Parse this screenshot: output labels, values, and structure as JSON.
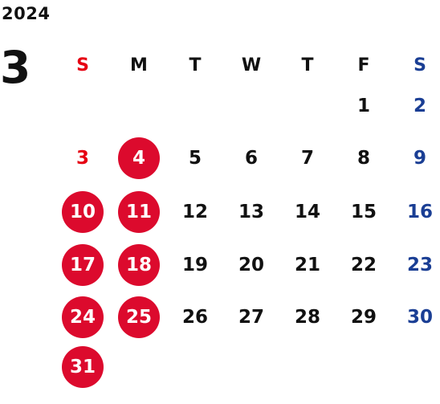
{
  "year": "2024",
  "month": "3",
  "weekdays": [
    "S",
    "M",
    "T",
    "W",
    "T",
    "F",
    "S"
  ],
  "weeks": [
    [
      null,
      null,
      null,
      null,
      null,
      "1",
      "2"
    ],
    [
      "3",
      "4",
      "5",
      "6",
      "7",
      "8",
      "9"
    ],
    [
      "10",
      "11",
      "12",
      "13",
      "14",
      "15",
      "16"
    ],
    [
      "17",
      "18",
      "19",
      "20",
      "21",
      "22",
      "23"
    ],
    [
      "24",
      "25",
      "26",
      "27",
      "28",
      "29",
      "30"
    ],
    [
      "31",
      null,
      null,
      null,
      null,
      null,
      null
    ]
  ],
  "highlighted_days": [
    "4",
    "10",
    "11",
    "17",
    "18",
    "24",
    "25",
    "31"
  ],
  "colors": {
    "sunday": "#e60012",
    "saturday": "#1a3e94",
    "weekday": "#111111",
    "highlight": "#dc0a2d"
  }
}
